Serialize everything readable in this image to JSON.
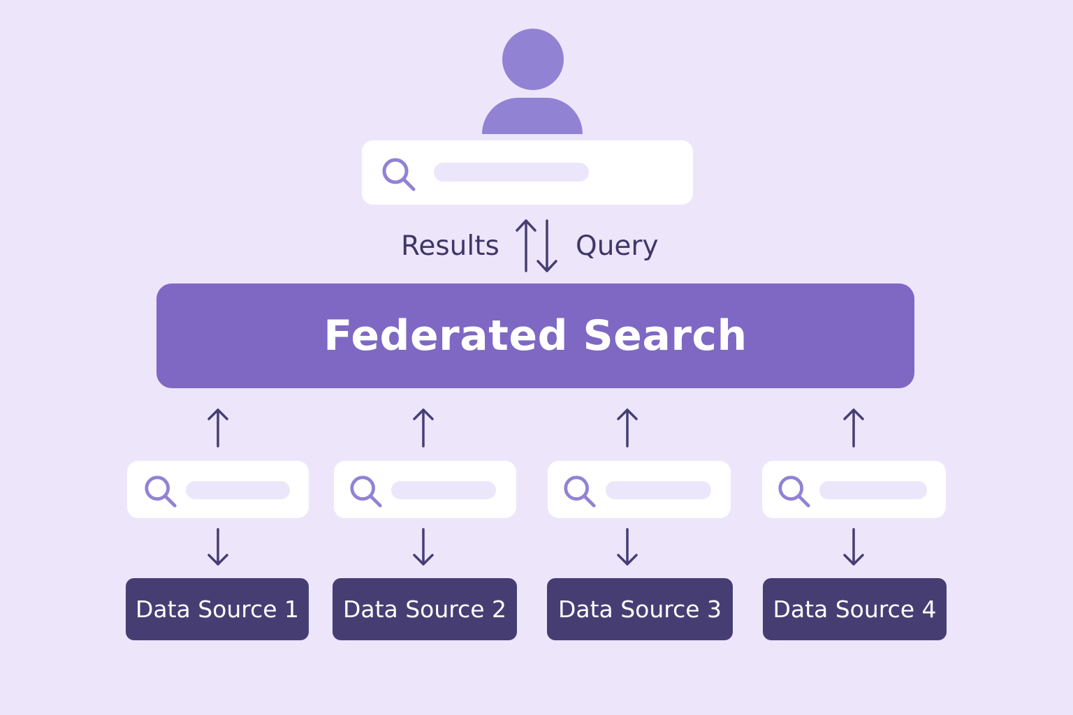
{
  "labels": {
    "results": "Results",
    "query": "Query"
  },
  "federated": {
    "title": "Federated Search"
  },
  "sources": [
    {
      "label": "Data Source 1"
    },
    {
      "label": "Data Source 2"
    },
    {
      "label": "Data Source 3"
    },
    {
      "label": "Data Source 4"
    }
  ],
  "colors": {
    "background": "#ede6fb",
    "accent": "#7f68c3",
    "avatar": "#9282d4",
    "source_box": "#463e73",
    "arrow": "#463e73"
  },
  "icons": {
    "user": "user-icon",
    "search": "search-icon",
    "arrow_up": "arrow-up-icon",
    "arrow_down": "arrow-down-icon"
  }
}
